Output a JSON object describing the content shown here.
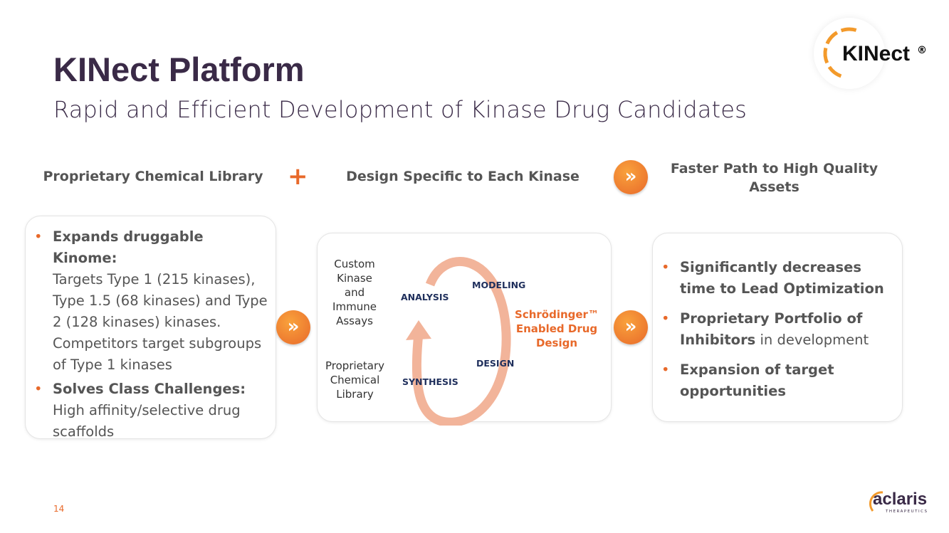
{
  "header": {
    "title": "KINect Platform",
    "subtitle": "Rapid and Efficient Development of Kinase Drug Candidates"
  },
  "logo": {
    "text": "KINect",
    "mark": "®"
  },
  "columns": {
    "left": "Proprietary Chemical Library",
    "plus": "+",
    "middle": "Design Specific to Each Kinase",
    "right": "Faster Path to High Quality Assets"
  },
  "left_box": {
    "items": [
      {
        "bold": "Expands druggable Kinome:",
        "text": "Targets Type 1 (215 kinases), Type 1.5 (68 kinases) and Type 2 (128  kinases) kinases. Competitors target subgroups of Type 1 kinases"
      },
      {
        "bold": "Solves Class Challenges:",
        "text": "High affinity/selective drug scaffolds"
      }
    ]
  },
  "middle_box": {
    "assays": "Custom Kinase and Immune Assays",
    "library": "Proprietary Chemical Library",
    "cycle": {
      "analysis": "ANALYSIS",
      "modeling": "MODELING",
      "design": "DESIGN",
      "synthesis": "SYNTHESIS"
    },
    "schrodinger": "Schrödinger™ Enabled Drug Design"
  },
  "right_box": {
    "items": [
      {
        "bold": "Significantly decreases time to Lead Optimization",
        "text": ""
      },
      {
        "bold": "Proprietary Portfolio of Inhibitors",
        "text": " in development"
      },
      {
        "bold": "Expansion of target opportunities",
        "text": ""
      }
    ]
  },
  "arrow_glyph": "»",
  "footer": {
    "page": "14",
    "company": "aclaris",
    "company_sub": "THERAPEUTICS"
  },
  "colors": {
    "accent": "#e8692a",
    "title": "#3a2a47",
    "cycle": "#f2b49a"
  }
}
